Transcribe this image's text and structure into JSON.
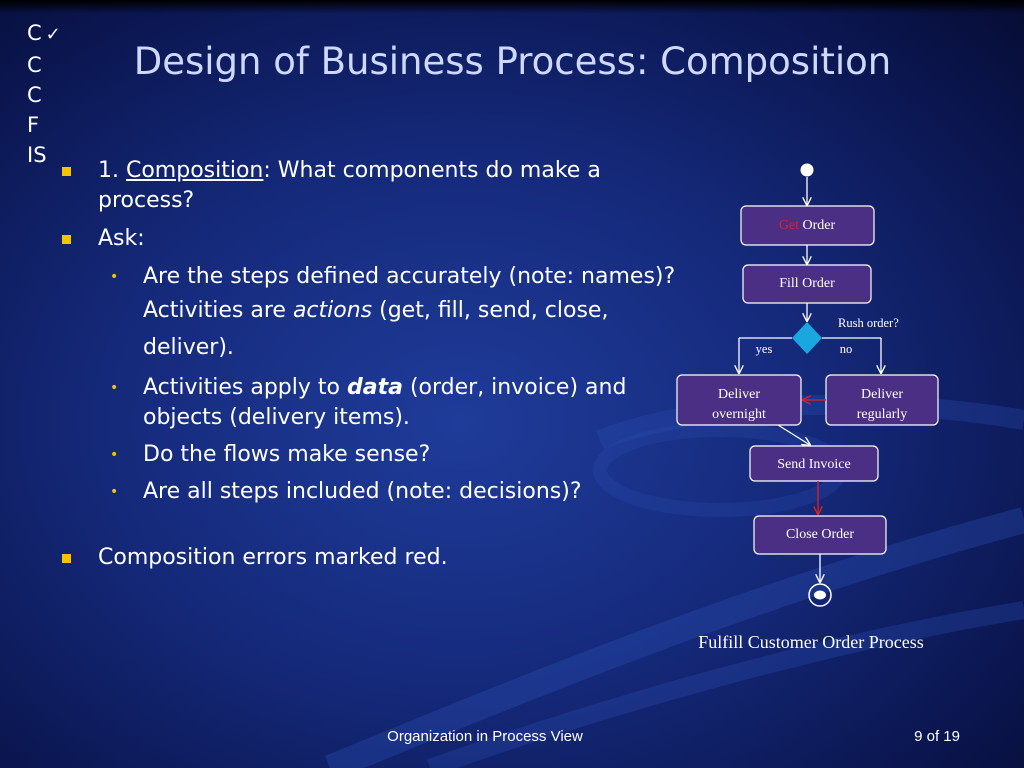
{
  "logo": {
    "lines": [
      "C",
      "C",
      "C",
      "F",
      "IS"
    ],
    "check": "✓"
  },
  "title": "Design of Business Process: Composition",
  "bullets": {
    "b1_prefix": "1. ",
    "b1_link": "Composition",
    "b1_rest": ": What components do make a process?",
    "b2": "Ask:",
    "s1": "Are the steps defined accurately (note: names)?",
    "s1_c1": "Activities are ",
    "s1_c2": "actions",
    "s1_c3": " (get, fill, send, close,",
    "s1_c4": "deliver).",
    "s2_a": "Activities apply to ",
    "s2_b": "data",
    "s2_c": " (order, invoice) and objects (delivery items).",
    "s3": "Do the flows make sense?",
    "s4": "Are all steps included (note: decisions)?",
    "b3": "Composition errors marked red."
  },
  "diagram": {
    "get_order_1": "Get",
    "get_order_2": " Order",
    "fill_order": "Fill Order",
    "rush_order": "Rush order?",
    "yes": "yes",
    "no": "no",
    "deliver_overnight_1": "Deliver",
    "deliver_overnight_2": "overnight",
    "deliver_regularly_1": "Deliver",
    "deliver_regularly_2": "regularly",
    "send_invoice": "Send Invoice",
    "close_order": "Close Order",
    "caption": "Fulfill Customer Order Process",
    "colors": {
      "box_fill": "#4a2f84",
      "error": "#e02020",
      "decision": "#1aa7e0"
    }
  },
  "footer": {
    "title": "Organization in Process View",
    "page": "9 of 19"
  }
}
